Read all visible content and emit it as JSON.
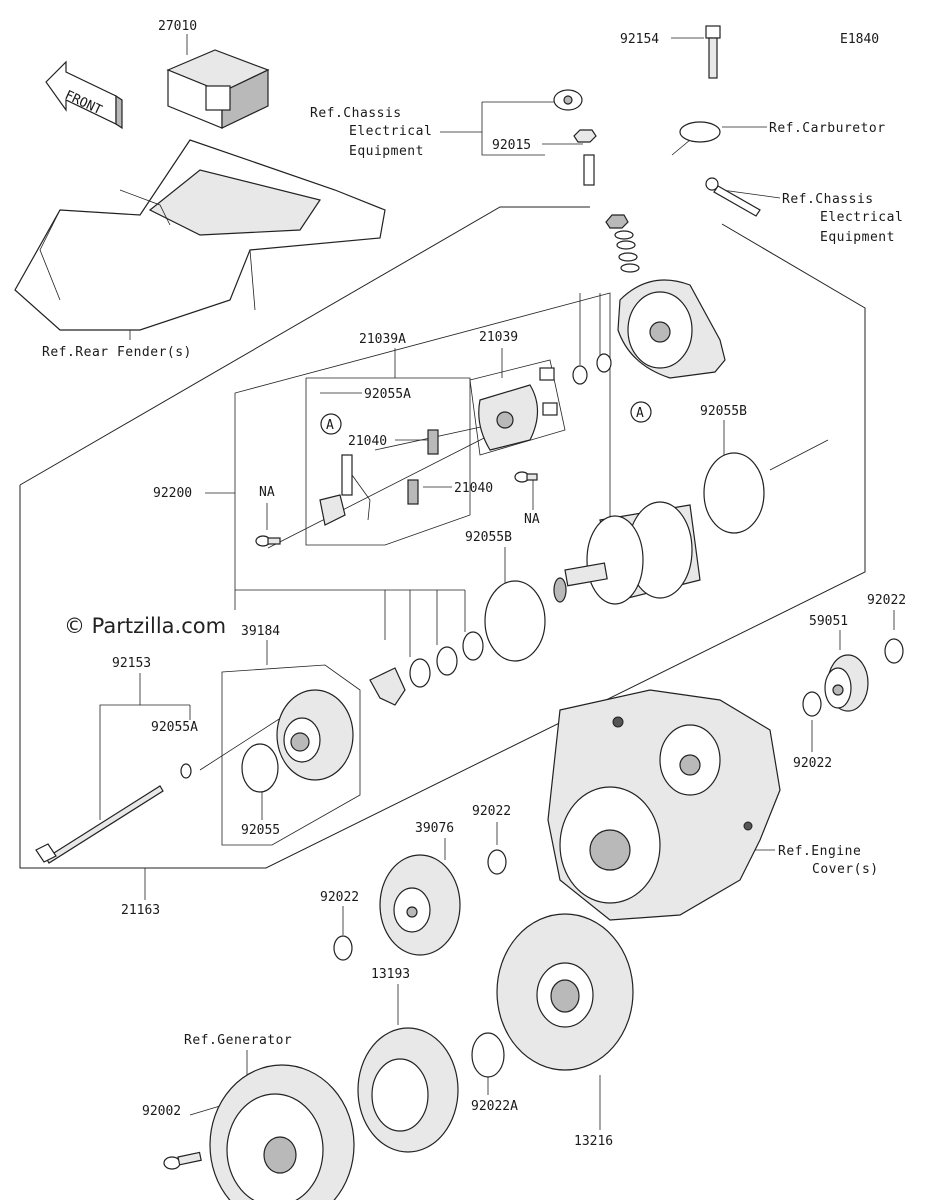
{
  "diagram_code": "E1840",
  "watermark": "© Partzilla.com",
  "front_arrow": "FRONT",
  "callout_a": "A",
  "parts": {
    "p27010": "27010",
    "p92154": "92154",
    "p92015": "92015",
    "p21039A": "21039A",
    "p21039": "21039",
    "p92055A_top": "92055A",
    "p21040_a": "21040",
    "p21040_b": "21040",
    "p92055B_right": "92055B",
    "p92055B_left": "92055B",
    "p92200": "92200",
    "pNA_left": "NA",
    "pNA_right": "NA",
    "p39184": "39184",
    "p92153": "92153",
    "p92055A": "92055A",
    "p92055": "92055",
    "p21163": "21163",
    "p59051": "59051",
    "p92022_a": "92022",
    "p92022_b": "92022",
    "p92022_c": "92022",
    "p92022_d": "92022",
    "p39076": "39076",
    "p13193": "13193",
    "p13216": "13216",
    "p92022A": "92022A",
    "p92002": "92002"
  },
  "refs": {
    "chassis_elec_1": [
      "Ref.Chassis",
      "Electrical",
      "Equipment"
    ],
    "carburetor": "Ref.Carburetor",
    "chassis_elec_2": [
      "Ref.Chassis",
      "Electrical",
      "Equipment"
    ],
    "rear_fender": "Ref.Rear Fender(s)",
    "engine_cover": [
      "Ref.Engine",
      "Cover(s)"
    ],
    "generator": "Ref.Generator"
  }
}
